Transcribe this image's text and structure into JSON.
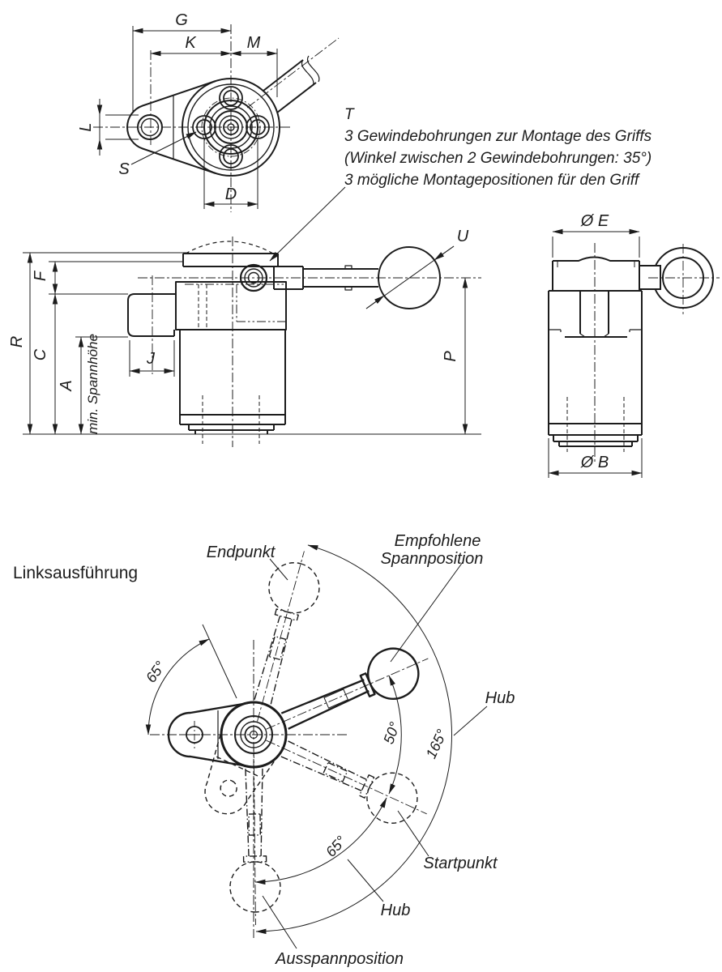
{
  "colors": {
    "ink": "#1c1c1c",
    "background": "#ffffff"
  },
  "views": {
    "top_view": {
      "dims": {
        "g": "G",
        "k": "K",
        "m": "M",
        "l": "L",
        "s": "S",
        "d": "D"
      }
    },
    "note": {
      "t": "T",
      "lines": [
        "3 Gewindebohrungen zur Montage des Griffs",
        "(Winkel zwischen 2 Gewindebohrungen: 35°)",
        "3 mögliche Montagepositionen für den Griff"
      ]
    },
    "side_view": {
      "dims": {
        "u": "U",
        "f": "F",
        "r": "R",
        "c": "C",
        "a": "A",
        "j": "J",
        "p": "P"
      },
      "note": "min. Spannhöhe"
    },
    "front_view": {
      "dims": {
        "e": "Ø E",
        "b": "Ø B"
      }
    },
    "swing": {
      "title": "Linksausführung",
      "labels": {
        "endpoint": "Endpunkt",
        "recommended_1": "Empfohlene",
        "recommended_2": "Spannposition",
        "stroke": "Hub",
        "start": "Startpunkt",
        "release": "Ausspannposition"
      },
      "angles": {
        "flange": "65°",
        "clamp": "50°",
        "stroke": "165°",
        "release": "65°"
      }
    }
  }
}
